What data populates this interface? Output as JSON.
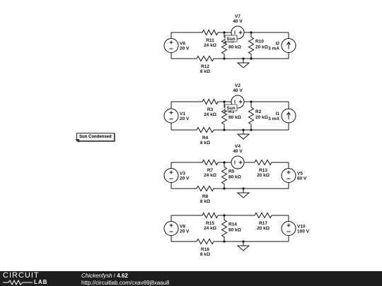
{
  "callout": {
    "text": "Sun Condensed"
  },
  "circuits": [
    {
      "id": "c1",
      "v_left": {
        "name": "V6",
        "value": "20 V"
      },
      "v_top": {
        "name": "V7",
        "value": "40 V"
      },
      "r_top_left": {
        "name": "R11",
        "value": "24 kΩ"
      },
      "r_mid": {
        "name": "R9",
        "value": "80 kΩ"
      },
      "r_right": {
        "name": "R10",
        "value": "20 kΩ"
      },
      "r_bottom": {
        "name": "R12",
        "value": "8 kΩ"
      },
      "i_right": {
        "name": "I2",
        "value": "3 mA"
      },
      "tag": "Sun"
    },
    {
      "id": "c2",
      "v_left": {
        "name": "V1",
        "value": "20 V"
      },
      "v_top": {
        "name": "V2",
        "value": "40 V"
      },
      "r_top_left": {
        "name": "R3",
        "value": "24 kΩ"
      },
      "r_mid": {
        "name": "R1",
        "value": "80 kΩ"
      },
      "r_right": {
        "name": "R2",
        "value": "20 kΩ"
      },
      "r_bottom": {
        "name": "R4",
        "value": "8 kΩ"
      },
      "i_right": {
        "name": "I1",
        "value": "3 mA"
      },
      "tag": "Sun"
    },
    {
      "id": "c3",
      "v_left": {
        "name": "V3",
        "value": "20 V"
      },
      "v_top": {
        "name": "V4",
        "value": "40 V"
      },
      "r_top_left": {
        "name": "R7",
        "value": "24 kΩ"
      },
      "r_mid": {
        "name": "R5",
        "value": "80 kΩ"
      },
      "r_top_right": {
        "name": "R13",
        "value": "20 kΩ"
      },
      "r_bottom": {
        "name": "R8",
        "value": "8 kΩ"
      },
      "v_right": {
        "name": "V5",
        "value": "60 V"
      }
    },
    {
      "id": "c4",
      "v_left": {
        "name": "V8",
        "value": "20 V"
      },
      "r_top_left": {
        "name": "R15",
        "value": "24 kΩ"
      },
      "r_mid": {
        "name": "R14",
        "value": "80 kΩ"
      },
      "r_top_right": {
        "name": "R17",
        "value": "20 kΩ"
      },
      "r_bottom": {
        "name": "R16",
        "value": "8 kΩ"
      },
      "v_right": {
        "name": "V10",
        "value": "100 V"
      }
    }
  ],
  "footer": {
    "logo_top": "CIRCUIT",
    "logo_bottom": "LAB",
    "author": "Chickenfysh",
    "separator": " / ",
    "score": "4.62",
    "url": "http://circuitlab.com/cxav69j8xaau8"
  }
}
